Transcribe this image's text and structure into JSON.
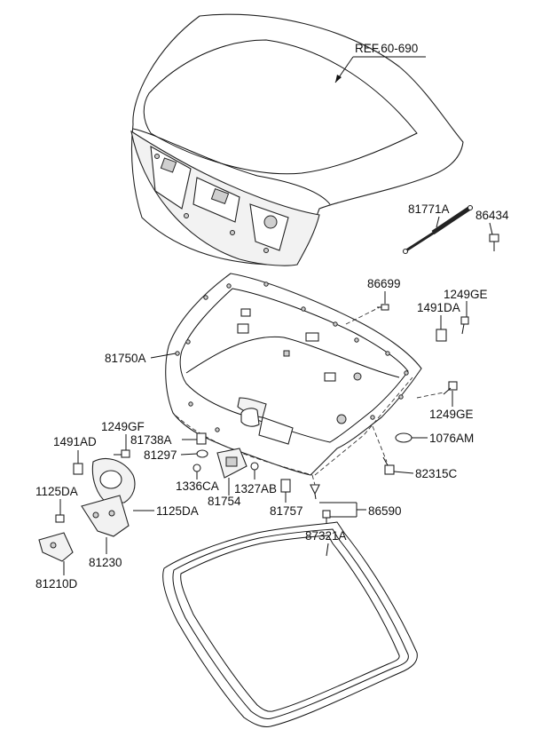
{
  "ref_label": "REF.60-690",
  "parts": {
    "trunk_lid_stay": "81771A",
    "stay_bolt": "86434",
    "bumper_stopper": "86699",
    "clip_upper_right": "1249GE",
    "fastener_right": "1491DA",
    "trunk_lid_panel": "81750A",
    "clip_lower_right": "1249GE",
    "plug": "1076AM",
    "nut": "82315C",
    "clip_left": "1249GF",
    "fastener_left": "1491AD",
    "grommet": "81738A",
    "seal_81297": "81297",
    "bolt_1125DA_left": "1125DA",
    "bolt_1125DA_right": "1125DA",
    "retainer": "1336CA",
    "cable_clip": "1327AB",
    "striker_81754": "81754",
    "latch_actuator": "81757",
    "screw_86590": "86590",
    "latch_assembly": "81230",
    "lock_81210D": "81210D",
    "weatherstrip": "87321A"
  }
}
